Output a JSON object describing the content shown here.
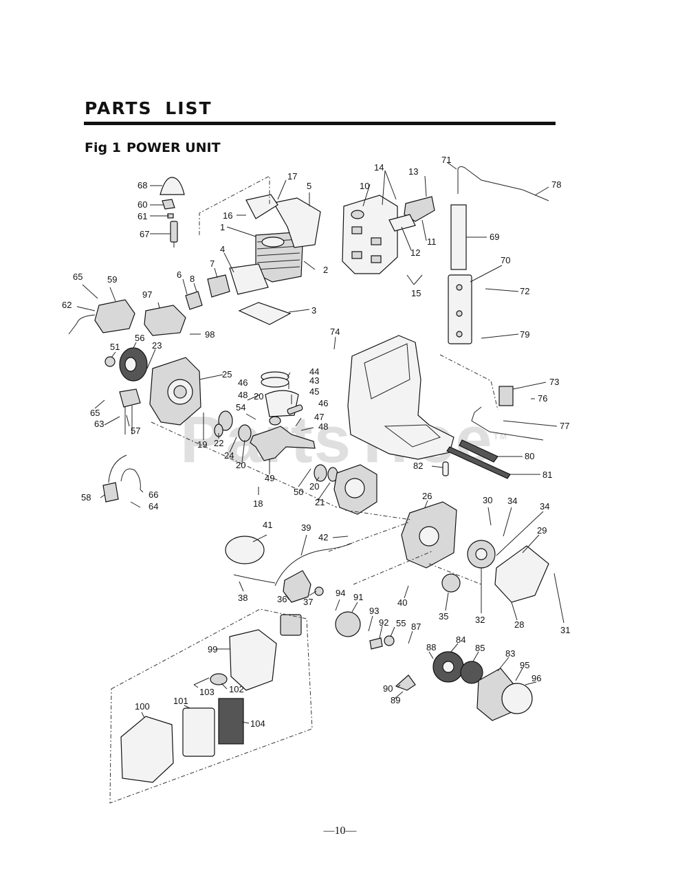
{
  "header": {
    "title": "PARTS LIST",
    "figure_label": "Fig 1",
    "figure_title": "POWER UNIT"
  },
  "watermark": "PartsTree",
  "watermark_tm": "TM",
  "page_number": "—10—",
  "callouts": [
    "1",
    "2",
    "3",
    "4",
    "6",
    "7",
    "8",
    "10",
    "11",
    "12",
    "13",
    "14",
    "15",
    "16",
    "17",
    "18",
    "19",
    "20",
    "20",
    "20",
    "21",
    "22",
    "23",
    "24",
    "25",
    "26",
    "28",
    "29",
    "30",
    "31",
    "32",
    "34",
    "34",
    "35",
    "36",
    "37",
    "38",
    "39",
    "40",
    "41",
    "42",
    "43",
    "44",
    "45",
    "46",
    "46",
    "47",
    "48",
    "48",
    "49",
    "5",
    "50",
    "51",
    "54",
    "55",
    "56",
    "57",
    "58",
    "59",
    "60",
    "61",
    "62",
    "63",
    "64",
    "65",
    "65",
    "66",
    "67",
    "68",
    "69",
    "70",
    "71",
    "72",
    "73",
    "74",
    "76",
    "77",
    "78",
    "79",
    "80",
    "81",
    "82",
    "83",
    "84",
    "85",
    "87",
    "88",
    "89",
    "90",
    "91",
    "92",
    "93",
    "94",
    "95",
    "96",
    "97",
    "98",
    "99",
    "100",
    "101",
    "102",
    "103",
    "104"
  ]
}
